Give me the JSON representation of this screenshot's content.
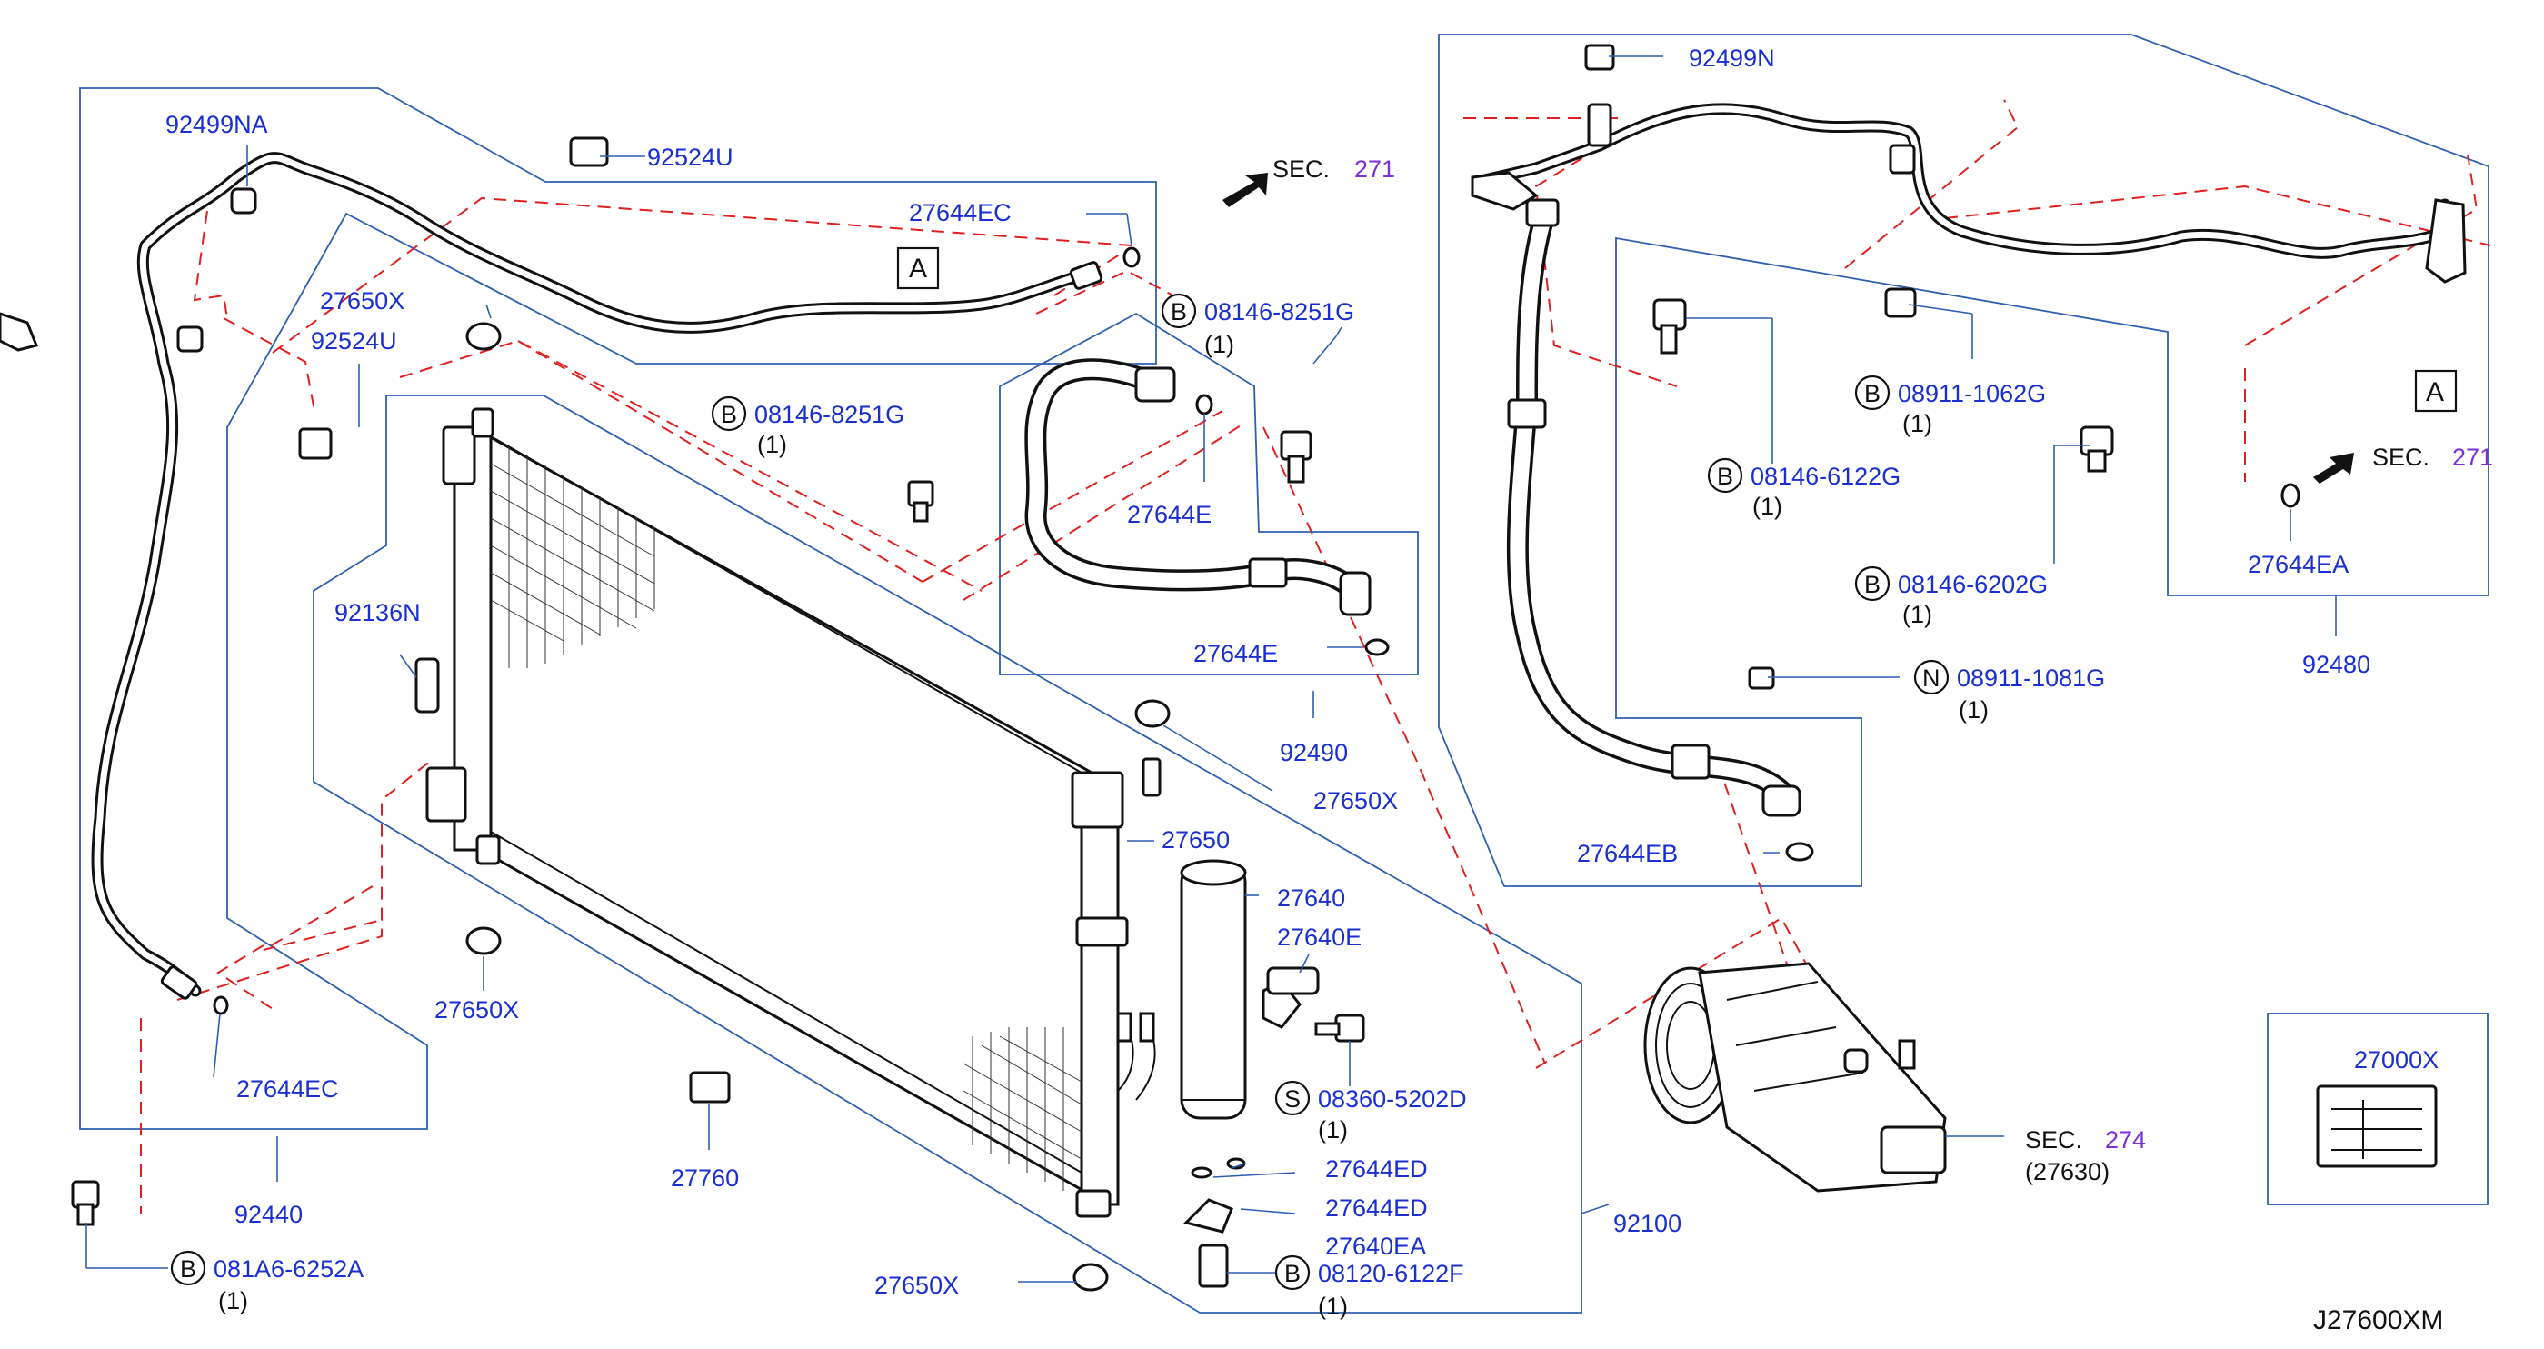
{
  "diagram_id": "J27600XM",
  "labels": {
    "p92499NA": "92499NA",
    "p92524U_a": "92524U",
    "p92524U_b": "92524U",
    "p27644EC_a": "27644EC",
    "p27644EC_b": "27644EC",
    "p27650X_a": "27650X",
    "p27650X_b": "27650X",
    "p27650X_c": "27650X",
    "p27650X_d": "27650X",
    "p92136N": "92136N",
    "p92440": "92440",
    "p27760": "27760",
    "p27650": "27650",
    "p27640": "27640",
    "p27640E": "27640E",
    "p27644ED_a": "27644ED",
    "p27644ED_b": "27644ED",
    "p27640EA": "27640EA",
    "p27644E_a": "27644E",
    "p27644E_b": "27644E",
    "p92490": "92490",
    "p92100": "92100",
    "p92499N": "92499N",
    "p27644EB": "27644EB",
    "p27644EA": "27644EA",
    "p92480": "92480",
    "p27000X": "27000X",
    "sec271_a_prefix": "SEC.",
    "sec271_a_num": "271",
    "sec271_b_prefix": "SEC.",
    "sec271_b_num": "271",
    "sec274_prefix": "SEC.",
    "sec274_num": "274",
    "sec274_sub": "(27630)",
    "ref_a1": "A",
    "ref_a2": "A"
  },
  "bolts": [
    {
      "key": "b1",
      "letter": "B",
      "part": "08146-8251G",
      "qty": "(1)"
    },
    {
      "key": "b2",
      "letter": "B",
      "part": "08146-8251G",
      "qty": "(1)"
    },
    {
      "key": "b3",
      "letter": "S",
      "part": "08360-5202D",
      "qty": "(1)"
    },
    {
      "key": "b4",
      "letter": "B",
      "part": "08120-6122F",
      "qty": "(1)"
    },
    {
      "key": "b5",
      "letter": "B",
      "part": "081A6-6252A",
      "qty": "(1)"
    },
    {
      "key": "b6",
      "letter": "B",
      "part": "08911-1062G",
      "qty": "(1)"
    },
    {
      "key": "b7",
      "letter": "B",
      "part": "08146-6122G",
      "qty": "(1)"
    },
    {
      "key": "b8",
      "letter": "B",
      "part": "08146-6202G",
      "qty": "(1)"
    },
    {
      "key": "b9",
      "letter": "N",
      "part": "08911-1081G",
      "qty": "(1)"
    }
  ]
}
